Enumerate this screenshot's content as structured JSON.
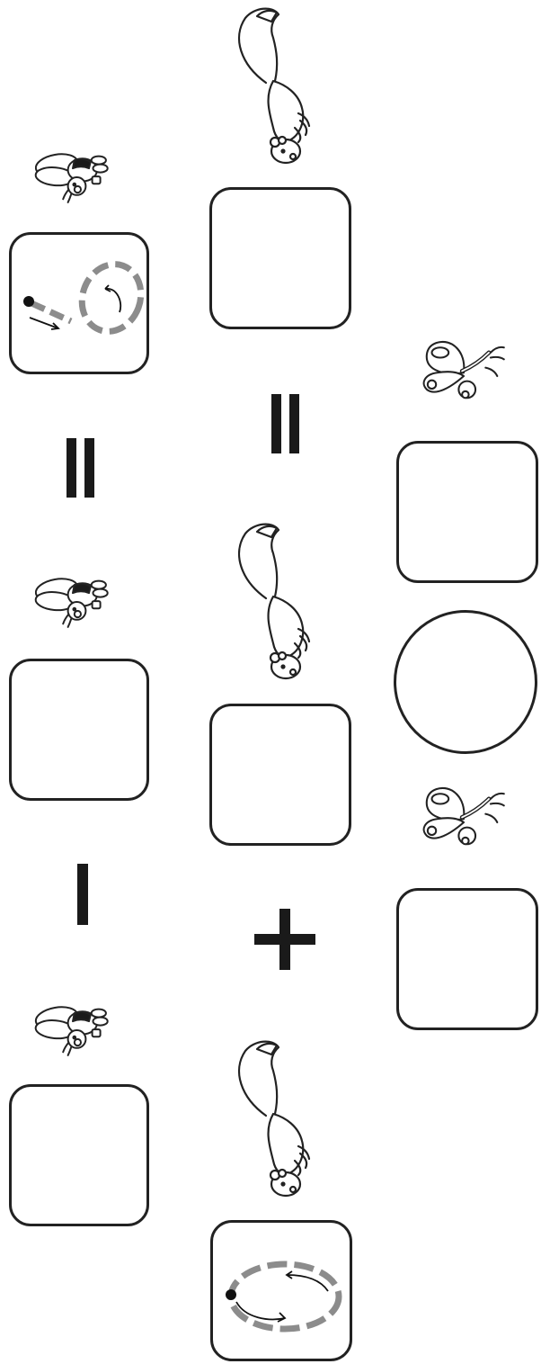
{
  "worksheet": {
    "columns": [
      {
        "animal": "bee",
        "items": [
          "bee",
          "box-traced-loop",
          "equals",
          "bee",
          "box",
          "minus",
          "bee",
          "box"
        ]
      },
      {
        "animal": "squirrel",
        "items": [
          "squirrel",
          "box",
          "equals",
          "squirrel",
          "box",
          "plus",
          "squirrel",
          "box-traced-oval"
        ]
      },
      {
        "animal": "butterfly",
        "items": [
          "butterfly",
          "box",
          "circle",
          "butterfly",
          "box"
        ]
      }
    ],
    "symbols": [
      "equals",
      "equals",
      "minus",
      "plus"
    ]
  },
  "colors": {
    "outline": "#222222",
    "trace_dash": "#8c8c8c",
    "bee_stripe": "#1a1a1a"
  },
  "icons": [
    "bee-icon",
    "squirrel-icon",
    "butterfly-icon",
    "start-dot-icon",
    "direction-arrow-icon"
  ]
}
